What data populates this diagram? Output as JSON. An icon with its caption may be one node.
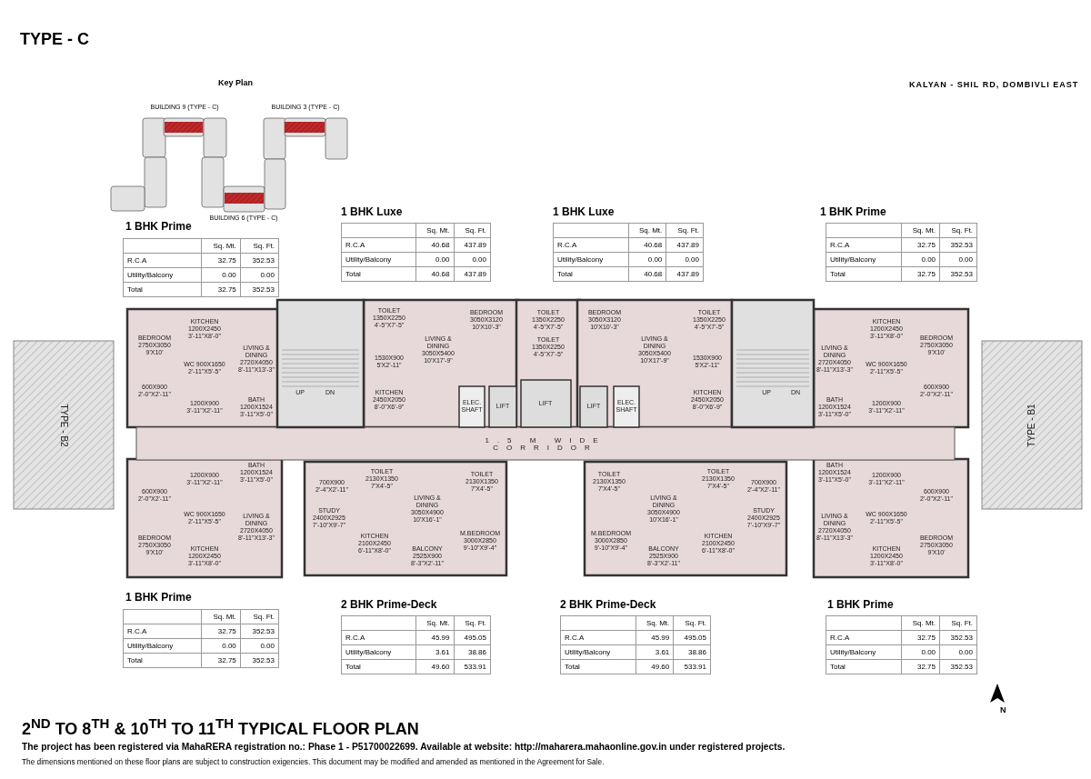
{
  "diagram": {
    "title": "TYPE - C",
    "caption": "2$^{ND}$ TO 8$^{TH}$ & 10$^{TH}$ TO 11$^{TH}$ TYPICAL FLOOR PLAN",
    "labels": [
      "Key Plan",
      "BUILDING 9 (TYPE - C)",
      "BUILDING 3 (TYPE - C)",
      "KALYAN - SHIL RD, DOMBIVLI EAST",
      "BUILDING 6 (TYPE - C)",
      "1 BHK Prime",
      "Sq. Mt.",
      "Sq. Ft.",
      "R.C.A",
      "32.75",
      "352.53",
      "Utility/Balcony",
      "0.00",
      "0.00",
      "Total",
      "32.75",
      "352.53",
      "1 BHK Luxe",
      "Sq. Mt.",
      "Sq. Ft.",
      "R.C.A",
      "40.68",
      "437.89",
      "Utility/Balcony",
      "0.00",
      "0.00",
      "Total",
      "40.68",
      "437.89",
      "1 BHK Luxe",
      "Sq. Mt.",
      "Sq. Ft.",
      "R.C.A",
      "40.68",
      "437.89",
      "Utility/Balcony",
      "0.00",
      "0.00",
      "Total",
      "40.68",
      "437.89",
      "1 BHK Prime",
      "Sq. Mt.",
      "Sq. Ft.",
      "R.C.A",
      "32.75",
      "352.53",
      "Utility/Balcony",
      "0.00",
      "0.00",
      "Total",
      "32.75",
      "352.53",
      "KITCHEN 1200X2450 3'-11\"X8'-0\"",
      "BEDROOM 2750X3050 9'X10'",
      "600X900 2'-0\"X2'-11\"",
      "WC 900X1650 2'-11\"X5'-5\"",
      "1200X900 3'-11\"X2'-11\"",
      "LIVING & DINING 2720X4050 8'-11\"X13'-3\"",
      "BATH 1200X1524 3'-11\"X5'-0\"",
      "BATH 1200X1524 3'-11\"X5'-0\"",
      "WC 900X1650 2'-11\"X5'-5\"",
      "1200X900 3'-11\"X2'-11\"",
      "LIVING & DINING 2720X4050 8'-11\"X13'-3\"",
      "600X900 2'-0\"X2'-11\"",
      "BEDROOM 2750X3050 9'X10'",
      "KITCHEN 1200X2450 3'-11\"X8'-0\"",
      "UP",
      "DN",
      "TOILET 1350X2250 4'-5\"X7'-5\"",
      "LIVING & DINING 3050X5400 10'X17'-9\"",
      "1530X900 5'X2'-11\"",
      "KITCHEN 2450X2050 8'-0\"X6'-9\"",
      "BEDROOM 3050X3120 10'X10'-3\"",
      "ELEC. SHAFT",
      "LIFT",
      "TOILET 1350X2250 4'-5\"X7'-5\"",
      "TOILET 1350X2250 4'-5\"X7'-5\"",
      "LIFT",
      "BEDROOM 3050X3120 10'X10'-3\"",
      "LIFT",
      "ELEC. SHAFT",
      "TOILET 1350X2250 4'-5\"X7'-5\"",
      "LIVING & DINING 3050X5400 10'X17'-9\"",
      "1530X900 5'X2'-11\"",
      "KITCHEN 2450X2050 8'-0\"X6'-9\"",
      "UP",
      "DN",
      "KITCHEN 1200X2450 3'-11\"X8'-0\"",
      "LIVING & DINING 2720X4050 8'-11\"X13'-3\"",
      "1200X900 3'-11\"X2'-11\"",
      "WC 900X1650 2'-11\"X5'-5\"",
      "600X900 2'-0\"X2'-11\"",
      "BEDROOM 2750X3050 9'X10'",
      "BATH 1200X1524 3'-11\"X5'-0\"",
      "BATH 1200X1524 3'-11\"X5'-0\"",
      "LIVING & DINING 2720X4050 8'-11\"X13'-3\"",
      "WC 900X1650 2'-11\"X5'-5\"",
      "1200X900 3'-11\"X2'-11\"",
      "600X900 2'-0\"X2'-11\"",
      "BEDROOM 2750X3050 9'X10'",
      "KITCHEN 1200X2450 3'-11\"X8'-0\"",
      "1.5 M WIDE CORRIDOR",
      "TOILET 2130X1350 7'X4'-5\"",
      "700X900 2'-4\"X2'-11\"",
      "STUDY 2400X2925 7'-10\"X9'-7\"",
      "LIVING & DINING 3050X4900 10'X16'-1\"",
      "KITCHEN 2100X2450 6'-11\"X8'-0\"",
      "M.BEDROOM 3000X2850 9'-10\"X9'-4\"",
      "TOILET 2130X1350 7'X4'-5\"",
      "BALCONY 2525X900 8'-3\"X2'-11\"",
      "TOILET 2130X1350 7'X4'-5\"",
      "LIVING & DINING 3050X4900 10'X16'-1\"",
      "M.BEDROOM 3000X2850 9'-10\"X9'-4\"",
      "TOILET 2130X1350 7'X4'-5\"",
      "700X900 2'-4\"X2'-11\"",
      "STUDY 2400X2925 7'-10\"X9'-7\"",
      "KITCHEN 2100X2450 6'-11\"X8'-0\"",
      "BALCONY 2525X900 8'-3\"X2'-11\"",
      "TYPE - B2",
      "TYPE - B1",
      "1 BHK Prime",
      "Sq. Mt.",
      "Sq. Ft.",
      "R.C.A",
      "32.75",
      "352.53",
      "Utility/Balcony",
      "0.00",
      "0.00",
      "Total",
      "32.75",
      "352.53",
      "2 BHK Prime-Deck",
      "Sq. Mt.",
      "Sq. Ft.",
      "R.C.A",
      "45.99",
      "495.05",
      "Utility/Balcony",
      "3.61",
      "38.86",
      "Total",
      "49.60",
      "533.91",
      "2 BHK Prime-Deck",
      "Sq. Mt.",
      "Sq. Ft.",
      "R.C.A",
      "45.99",
      "495.05",
      "Utility/Balcony",
      "3.61",
      "38.86",
      "Total",
      "49.60",
      "533.91",
      "1 BHK Prime",
      "Sq. Mt.",
      "Sq. Ft.",
      "R.C.A",
      "32.75",
      "352.53",
      "Utility/Balcony",
      "0.00",
      "0.00",
      "Total",
      "32.75",
      "352.53",
      "N",
      "The project has been registered via MahaRERA registration no.: Phase 1 - P51700022699. Available at website: http://maharera.mahaonline.gov.in  under registered projects.",
      "The dimensions mentioned on these floor plans are subject to construction exigencies. This document may be modified and amended as mentioned in the Agreement for Sale."
    ]
  }
}
